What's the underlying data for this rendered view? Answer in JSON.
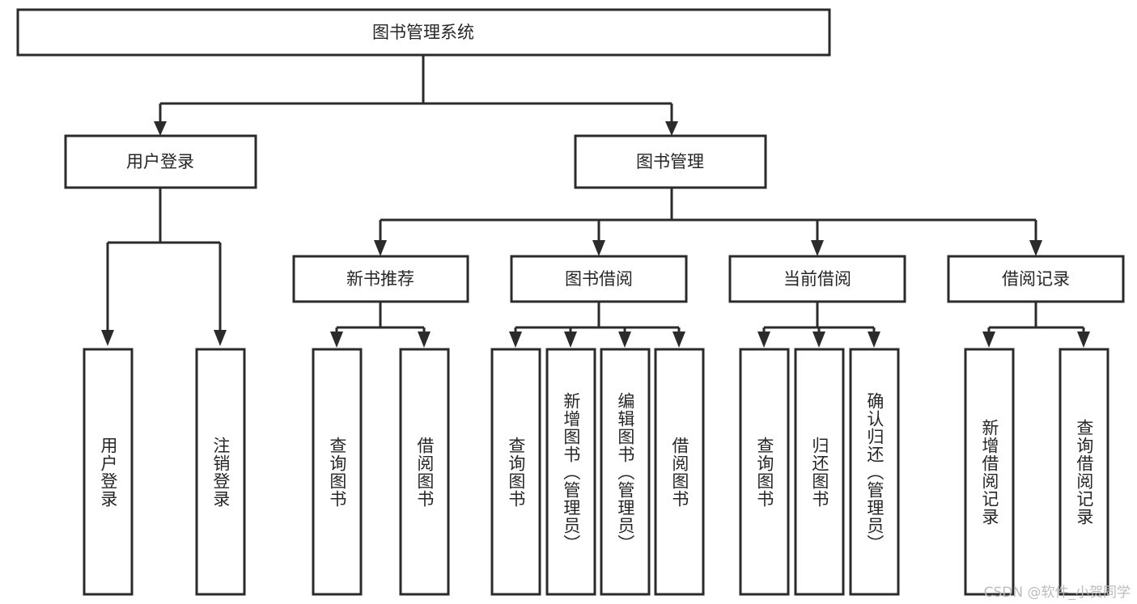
{
  "diagram": {
    "type": "tree",
    "title": "图书管理系统",
    "orientation": "top-down",
    "colors": {
      "box_stroke": "#2b2b2b",
      "box_fill": "#ffffff",
      "text": "#262626",
      "connector": "#2b2b2b",
      "watermark": "#b9b9b9",
      "background": "#ffffff"
    },
    "root": {
      "label": "图书管理系统"
    },
    "level2": [
      {
        "id": "user-login",
        "label": "用户登录"
      },
      {
        "id": "book-manage",
        "label": "图书管理"
      }
    ],
    "level3": [
      {
        "id": "new-book-recommend",
        "label": "新书推荐",
        "parent": "book-manage"
      },
      {
        "id": "book-borrow",
        "label": "图书借阅",
        "parent": "book-manage"
      },
      {
        "id": "current-borrow",
        "label": "当前借阅",
        "parent": "book-manage"
      },
      {
        "id": "borrow-record",
        "label": "借阅记录",
        "parent": "book-manage"
      }
    ],
    "leaves": {
      "user-login": [
        {
          "id": "leaf-user-login",
          "label": "用户登录"
        },
        {
          "id": "leaf-user-logout",
          "label": "注销登录"
        }
      ],
      "new-book-recommend": [
        {
          "id": "leaf-query-book-1",
          "label": "查询图书"
        },
        {
          "id": "leaf-borrow-book-1",
          "label": "借阅图书"
        }
      ],
      "book-borrow": [
        {
          "id": "leaf-query-book-2",
          "label": "查询图书"
        },
        {
          "id": "leaf-add-book",
          "label": "新增图书（管理员）"
        },
        {
          "id": "leaf-edit-book",
          "label": "编辑图书（管理员）"
        },
        {
          "id": "leaf-borrow-book-2",
          "label": "借阅图书"
        }
      ],
      "current-borrow": [
        {
          "id": "leaf-query-book-3",
          "label": "查询图书"
        },
        {
          "id": "leaf-return-book",
          "label": "归还图书"
        },
        {
          "id": "leaf-confirm-return",
          "label": "确认归还（管理员）"
        }
      ],
      "borrow-record": [
        {
          "id": "leaf-add-record",
          "label": "新增借阅记录"
        },
        {
          "id": "leaf-query-record",
          "label": "查询借阅记录"
        }
      ]
    }
  },
  "watermark": {
    "text": "CSDN @软件_小贺同学"
  }
}
